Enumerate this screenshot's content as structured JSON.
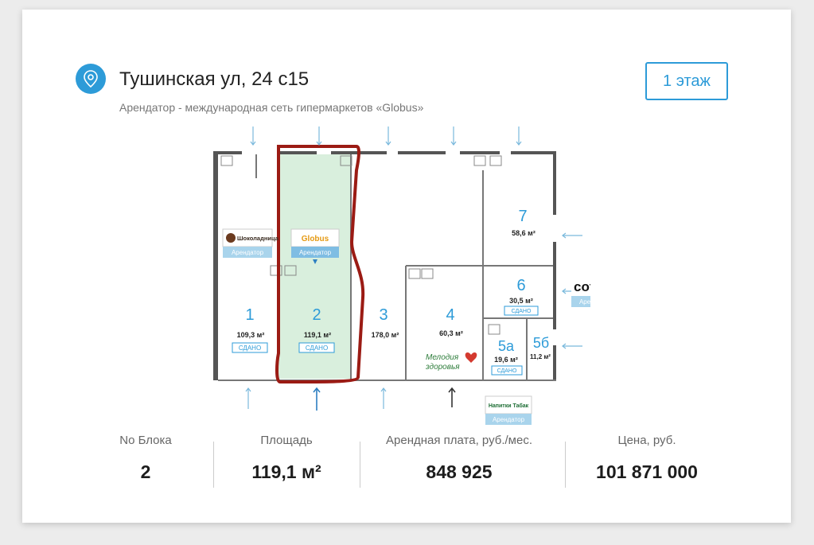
{
  "header": {
    "title": "Тушинская ул, 24 с15",
    "subtitle": "Арендатор - международная сеть гипермаркетов «Globus»",
    "floor_button": "1 этаж"
  },
  "plan": {
    "units": [
      {
        "number": "1",
        "area": "109,3 м²",
        "status": "СДАНО"
      },
      {
        "number": "2",
        "area": "119,1 м²",
        "status": "СДАНО"
      },
      {
        "number": "3",
        "area": "178,0 м²"
      },
      {
        "number": "4",
        "area": "60,3 м²"
      },
      {
        "number": "5а",
        "area": "19,6 м²",
        "status": "СДАНО"
      },
      {
        "number": "5б",
        "area": "11,2 м²"
      },
      {
        "number": "6",
        "area": "30,5 м²",
        "status": "СДАНО"
      },
      {
        "number": "7",
        "area": "58,6 м²"
      }
    ],
    "tenants": {
      "shokoladnitsa": {
        "logo": "Шоколадница",
        "label": "Арендатор"
      },
      "globus": {
        "logo": "Globus",
        "label": "Арендатор"
      },
      "cofix": {
        "logo": "cofix",
        "label": "Арендатор"
      },
      "napitki": {
        "logo": "Напитки Табак",
        "label": "Арендатор"
      },
      "melodiya": {
        "logo_line1": "Мелодия",
        "logo_line2": "здоровья"
      }
    },
    "colors": {
      "highlight_fill": "#d9efdd",
      "highlight_outline": "#9b1b14",
      "accent": "#2d9bd8",
      "badge": "#a9d4ec"
    }
  },
  "stats": [
    {
      "label": "No Блока",
      "value": "2"
    },
    {
      "label": "Площадь",
      "value": "119,1 м²"
    },
    {
      "label": "Арендная плата, руб./мес.",
      "value": "848 925"
    },
    {
      "label": "Цена, руб.",
      "value": "101 871 000"
    }
  ]
}
